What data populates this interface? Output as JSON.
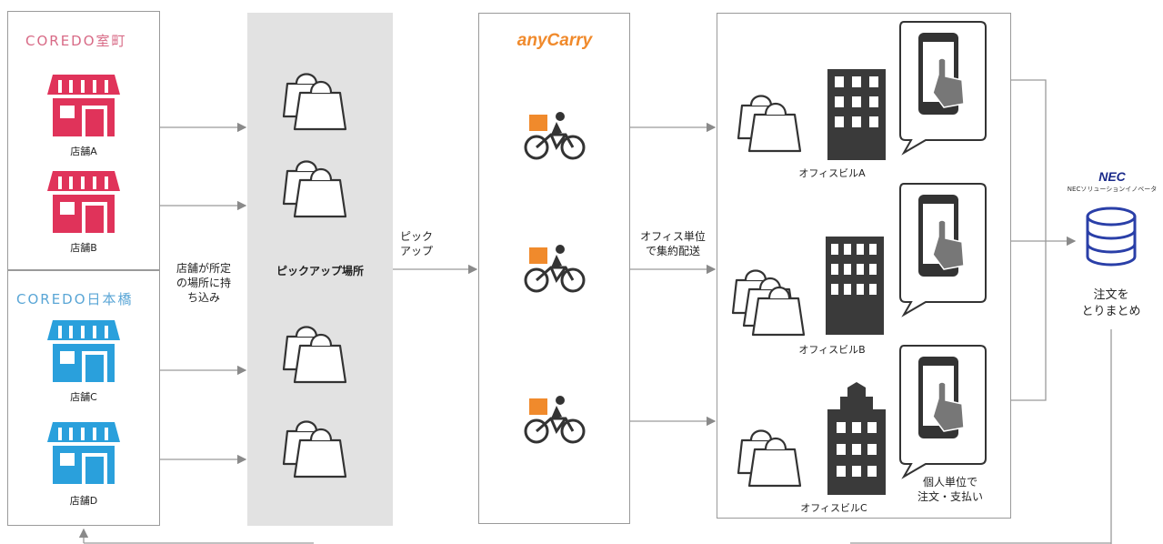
{
  "stores_panel": {
    "coredo_muromachi": "COREDO室町",
    "coredo_nihonbashi": "COREDO日本橋",
    "store_a": "店舗A",
    "store_b": "店舗B",
    "store_c": "店舗C",
    "store_d": "店舗D",
    "colors": {
      "muromachi": "#e0335a",
      "nihonbashi": "#2aa0dc"
    }
  },
  "flow_labels": {
    "bring_in": "店舗が所定\nの場所に持\nち込み",
    "pickup": "ピック\nアップ",
    "office_delivery": "オフィス単位\nで集約配送"
  },
  "pickup_area": {
    "label": "ピックアップ場所"
  },
  "courier": {
    "brand": "anyCarry",
    "accent": "#f08a2c"
  },
  "offices": {
    "building_a": "オフィスビルA",
    "building_b": "オフィスビルB",
    "building_c": "オフィスビルC",
    "individual": "個人単位で\n注文・支払い"
  },
  "nec": {
    "logo": "NEC",
    "subtitle": "NECソリューションイノベータ",
    "caption": "注文を\nとりまとめ",
    "db_color": "#2a3fa8"
  }
}
